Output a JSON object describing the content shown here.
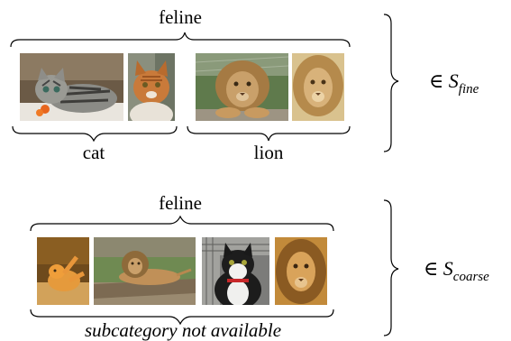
{
  "top": {
    "group_label": "feline",
    "left_label": "cat",
    "right_label": "lion",
    "set_symbol": "∈",
    "set_letter": "S",
    "set_sub": "fine"
  },
  "bottom": {
    "group_label": "feline",
    "below_label": "subcategory not available",
    "set_symbol": "∈",
    "set_letter": "S",
    "set_sub": "coarse"
  },
  "photos": [
    {
      "name": "tabby-kitten",
      "subject": "cat"
    },
    {
      "name": "orange-cat",
      "subject": "cat"
    },
    {
      "name": "lion-lying",
      "subject": "lion"
    },
    {
      "name": "lion-face",
      "subject": "lion"
    },
    {
      "name": "ginger-cat-playing",
      "subject": "feline"
    },
    {
      "name": "lion-on-log",
      "subject": "feline"
    },
    {
      "name": "tuxedo-cat",
      "subject": "feline"
    },
    {
      "name": "lion-portrait",
      "subject": "feline"
    }
  ]
}
